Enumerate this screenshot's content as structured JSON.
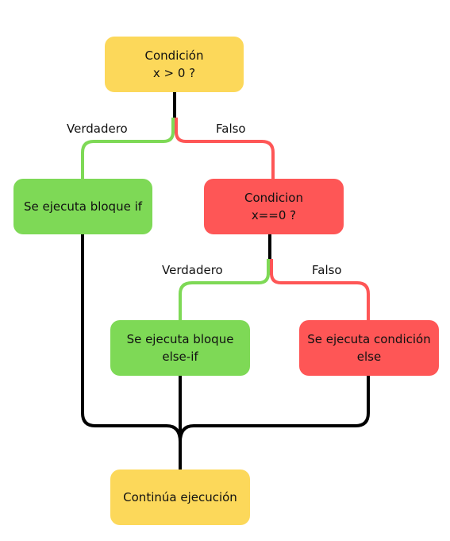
{
  "colors": {
    "start_end": "#fcd85a",
    "true_branch": "#7ed956",
    "false_branch": "#fe5656",
    "neutral_line": "#000000"
  },
  "nodes": {
    "condition_1": {
      "line1": "Condición",
      "line2": "x > 0 ?"
    },
    "if_block": {
      "line1": "Se ejecuta bloque if"
    },
    "condition_2": {
      "line1": "Condicion",
      "line2": "x==0 ?"
    },
    "else_if_block": {
      "line1": "Se ejecuta bloque",
      "line2": "else-if"
    },
    "else_block": {
      "line1": "Se ejecuta condición",
      "line2": "else"
    },
    "continue": {
      "line1": "Continúa ejecución"
    }
  },
  "edges": {
    "cond1_true": "Verdadero",
    "cond1_false": "Falso",
    "cond2_true": "Verdadero",
    "cond2_false": "Falso"
  }
}
